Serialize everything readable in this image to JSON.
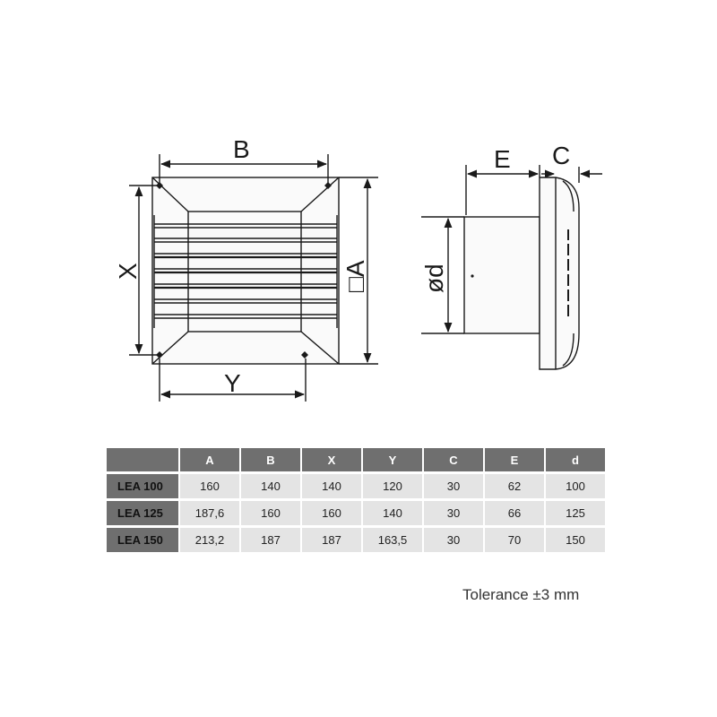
{
  "labels": {
    "B": "B",
    "X": "X",
    "A": "□A",
    "Y": "Y",
    "E": "E",
    "C": "C",
    "d": "ød"
  },
  "table": {
    "headers": [
      "A",
      "B",
      "X",
      "Y",
      "C",
      "E",
      "d"
    ],
    "rows": [
      {
        "model": "LEA 100",
        "values": [
          "160",
          "140",
          "140",
          "120",
          "30",
          "62",
          "100"
        ]
      },
      {
        "model": "LEA 125",
        "values": [
          "187,6",
          "160",
          "160",
          "140",
          "30",
          "66",
          "125"
        ]
      },
      {
        "model": "LEA 150",
        "values": [
          "213,2",
          "187",
          "187",
          "163,5",
          "30",
          "70",
          "150"
        ]
      }
    ]
  },
  "tolerance": "Tolerance ±3 mm"
}
